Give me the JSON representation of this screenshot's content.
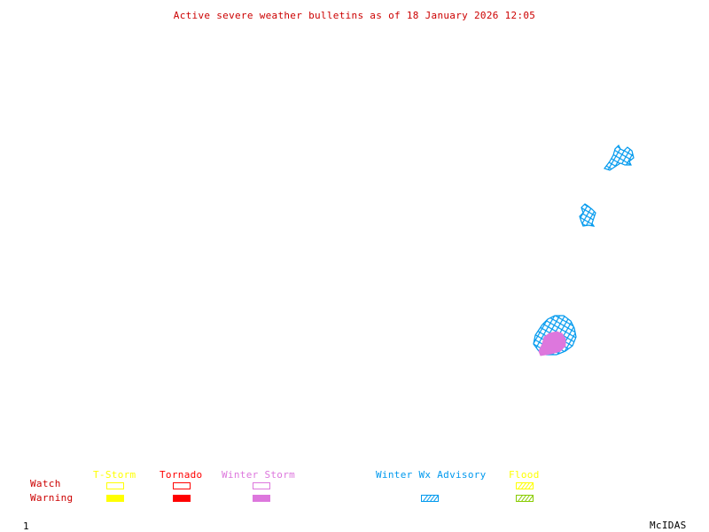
{
  "title": "Active severe weather bulletins as of 18 January 2026 12:05",
  "legend": {
    "row_labels": {
      "watch": "Watch",
      "warning": "Warning"
    },
    "categories": [
      {
        "key": "tstorm",
        "label": "T-Storm",
        "color": "#ffff00",
        "watch": "outline",
        "warning": "solid"
      },
      {
        "key": "tornado",
        "label": "Tornado",
        "color": "#ff0000",
        "watch": "outline",
        "warning": "solid"
      },
      {
        "key": "winter",
        "label": "Winter Storm",
        "color": "#dd77dd",
        "watch": "outline",
        "warning": "solid"
      },
      {
        "key": "wxadv",
        "label": "Winter Wx Advisory",
        "color": "#0099ee",
        "watch": null,
        "warning": "hatched"
      },
      {
        "key": "flood",
        "label": "Flood",
        "color": "#ffff00",
        "warning_color": "#88cc00",
        "watch": "hatched",
        "warning": "hatched"
      }
    ]
  },
  "colors": {
    "title": "#cc0000",
    "row_label": "#cc0000",
    "advisory": "#0099ee",
    "winter_storm_warning": "#dd77dd",
    "footer": "#000000"
  },
  "regions": [
    {
      "name": "winter-wx-advisory-area-north",
      "type": "Winter Wx Advisory"
    },
    {
      "name": "winter-wx-advisory-area-middle",
      "type": "Winter Wx Advisory"
    },
    {
      "name": "winter-wx-advisory-area-south",
      "type": "Winter Wx Advisory"
    },
    {
      "name": "winter-storm-warning-area",
      "type": "Winter Storm Warning"
    }
  ],
  "footer": {
    "frame_number": "1",
    "brand": "McIDAS"
  }
}
